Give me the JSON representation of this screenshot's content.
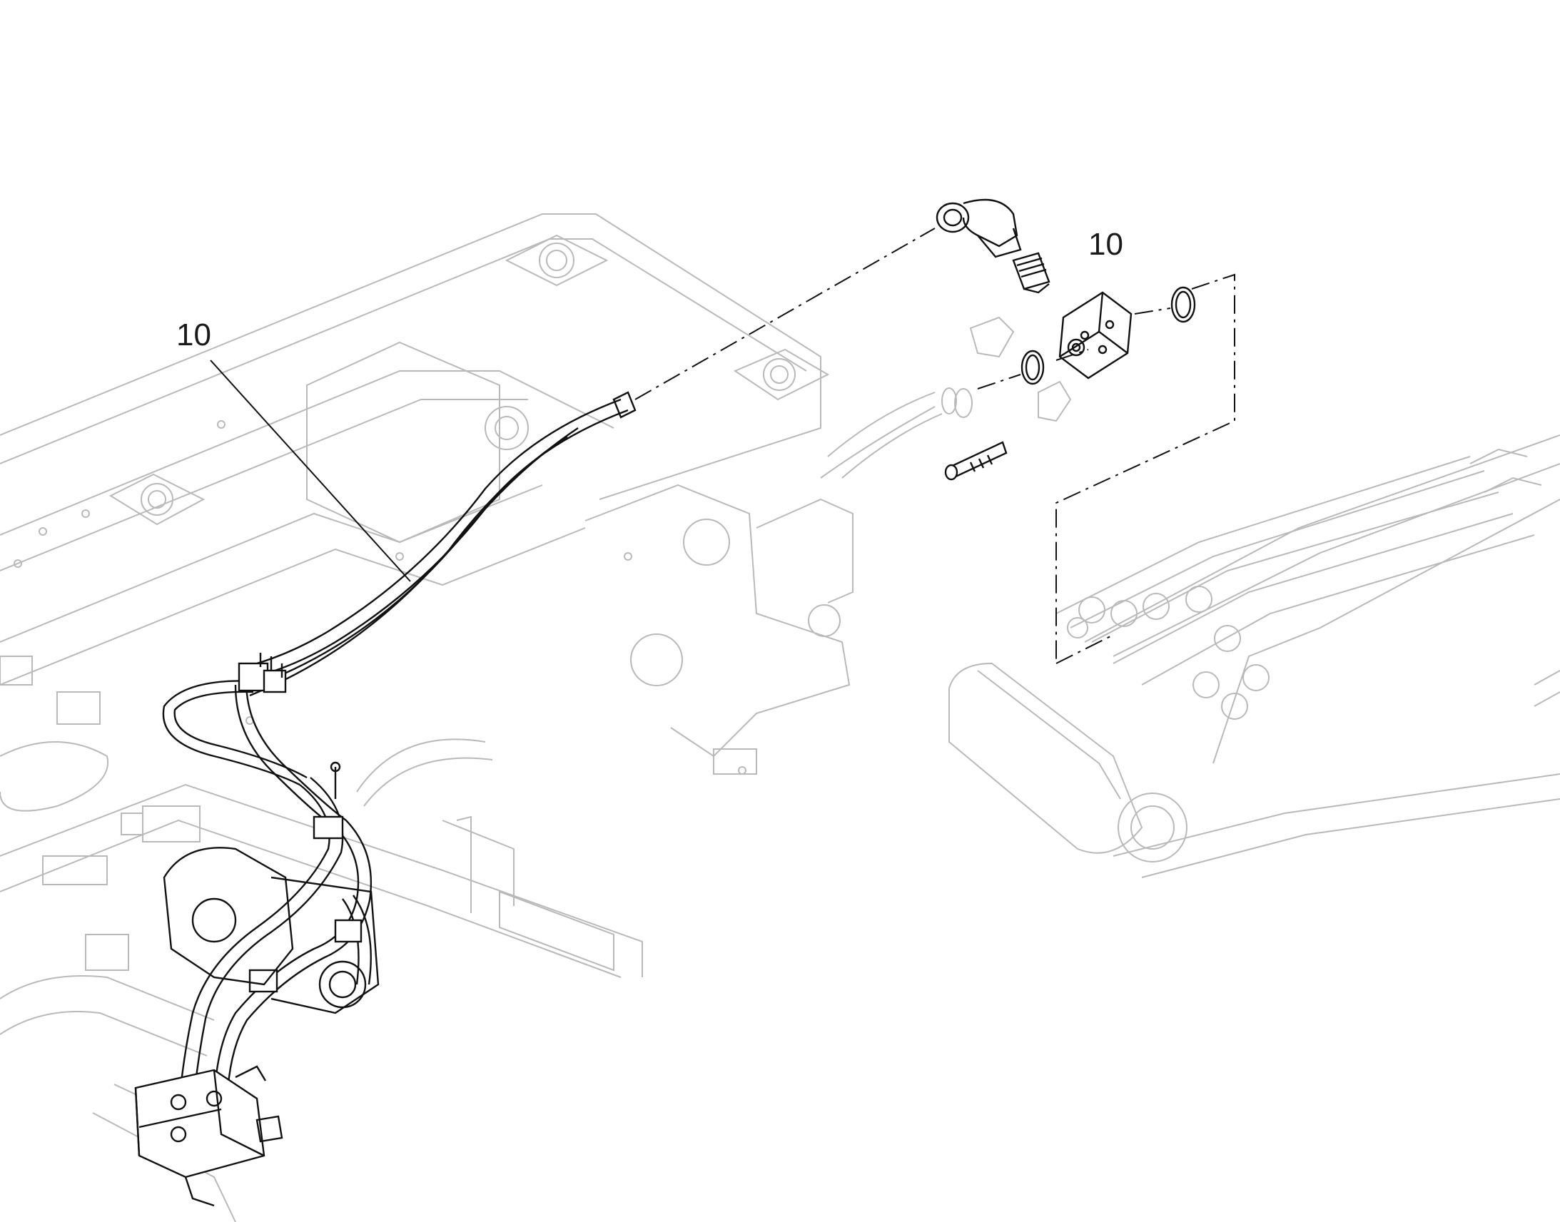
{
  "diagram": {
    "callouts": [
      {
        "id": "left",
        "label": "10"
      },
      {
        "id": "right",
        "label": "10"
      }
    ],
    "colors": {
      "background": "#ffffff",
      "line_dark": "#111111",
      "line_faint": "#b9b9b9"
    }
  }
}
